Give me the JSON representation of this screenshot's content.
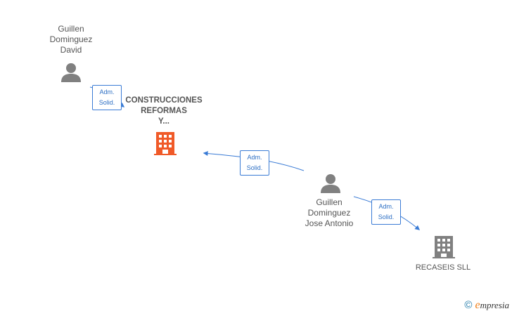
{
  "nodes": {
    "person_david": {
      "lines": [
        "Guillen",
        "Dominguez",
        "David"
      ]
    },
    "company_construcciones": {
      "lines": [
        "CONSTRUCCIONES",
        "REFORMAS",
        "Y..."
      ]
    },
    "person_jose": {
      "lines": [
        "Guillen",
        "Dominguez",
        "Jose Antonio"
      ]
    },
    "company_recaseis": {
      "lines": [
        "RECASEIS SLL"
      ]
    }
  },
  "edges": {
    "david_to_construcciones": {
      "lines": [
        "Adm.",
        "Solid."
      ]
    },
    "jose_to_construcciones": {
      "lines": [
        "Adm.",
        "Solid."
      ]
    },
    "jose_to_recaseis": {
      "lines": [
        "Adm.",
        "Solid."
      ]
    }
  },
  "colors": {
    "edge": "#3a7bd5",
    "person_icon": "#808080",
    "company_highlight": "#f05a28",
    "company_icon": "#808080"
  },
  "watermark": {
    "copyright": "©",
    "brand_initial": "e",
    "brand_rest": "mpresia"
  }
}
